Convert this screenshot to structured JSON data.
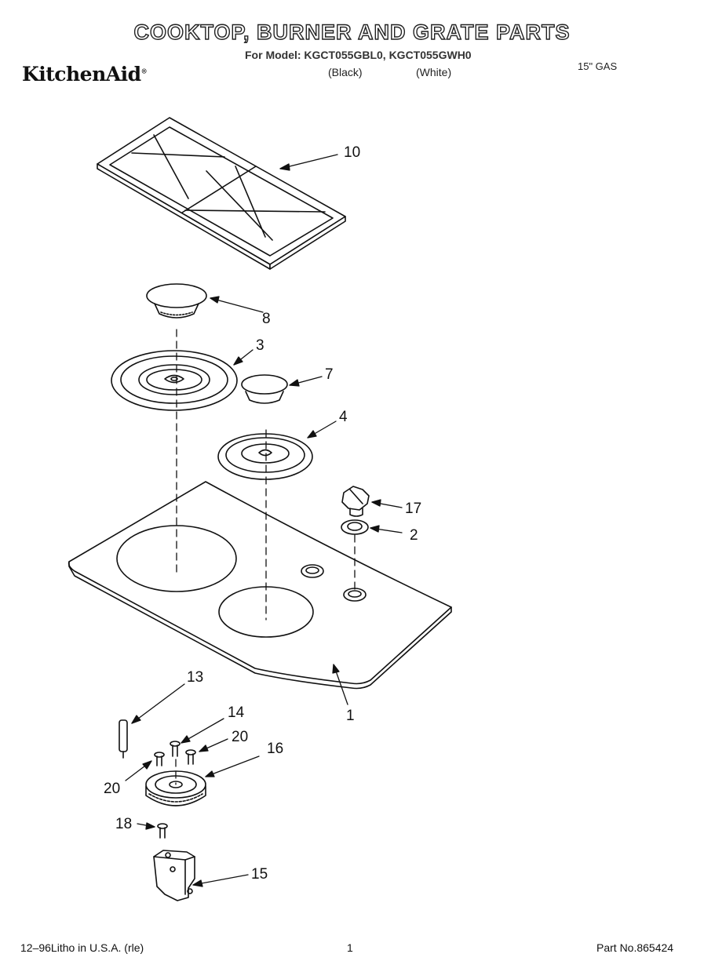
{
  "header": {
    "title": "COOKTOP, BURNER AND GRATE PARTS",
    "model_line": "For Model: KGCT055GBL0, KGCT055GWH0",
    "brand": "KitchenAid",
    "variant_black": "(Black)",
    "variant_white": "(White)",
    "cooktop_type": "15\" GAS"
  },
  "callouts": {
    "c10": "10",
    "c8": "8",
    "c3": "3",
    "c7": "7",
    "c4": "4",
    "c17": "17",
    "c2": "2",
    "c1": "1",
    "c13": "13",
    "c14": "14",
    "c20a": "20",
    "c16": "16",
    "c20b": "20",
    "c18": "18",
    "c15": "15"
  },
  "footer": {
    "litho": "12–96Litho in U.S.A. (rle)",
    "page": "1",
    "part_no": "Part No.865424"
  }
}
